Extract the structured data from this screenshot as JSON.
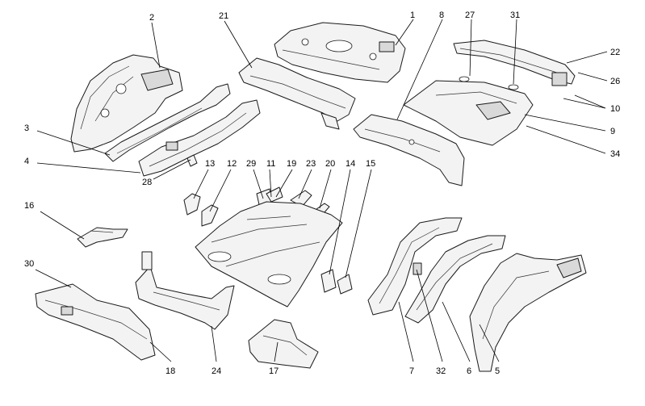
{
  "callouts": [
    "1",
    "2",
    "3",
    "4",
    "5",
    "6",
    "7",
    "8",
    "9",
    "10",
    "11",
    "12",
    "13",
    "14",
    "15",
    "16",
    "17",
    "18",
    "19",
    "20",
    "21",
    "22",
    "23",
    "24",
    "26",
    "27",
    "28",
    "29",
    "30",
    "31",
    "32",
    "34"
  ]
}
